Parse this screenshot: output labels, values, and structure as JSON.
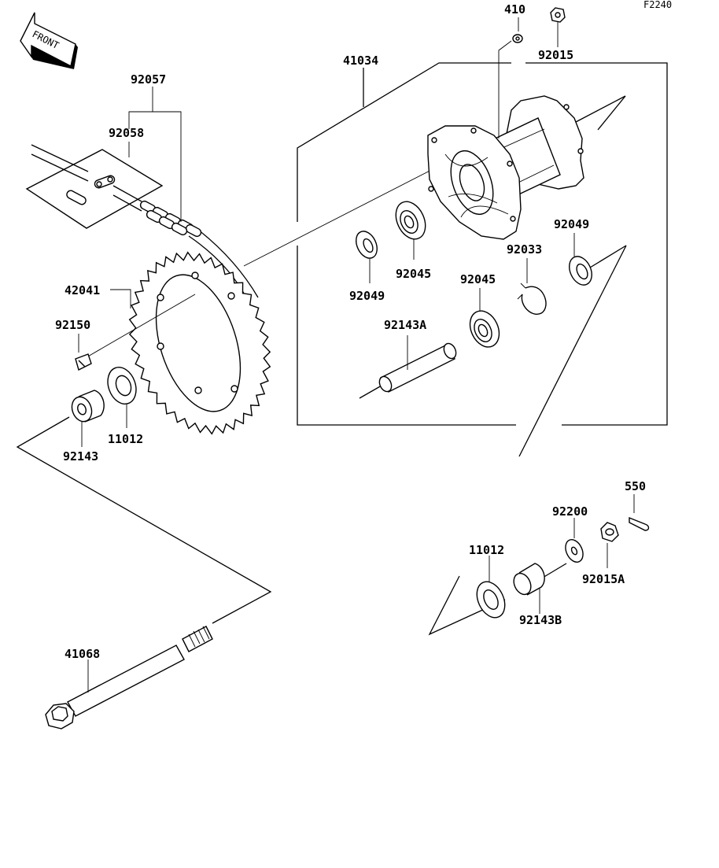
{
  "figure_code": "F2240",
  "front_label": "FRONT",
  "parts": {
    "p410": "410",
    "p92015": "92015",
    "p41034": "41034",
    "p92057": "92057",
    "p92058": "92058",
    "p42041": "42041",
    "p92150": "92150",
    "p11012_left": "11012",
    "p92143": "92143",
    "p92049_left": "92049",
    "p92045_left": "92045",
    "p92045_center": "92045",
    "p92033": "92033",
    "p92049_right": "92049",
    "p92143A": "92143A",
    "p550": "550",
    "p92200": "92200",
    "p11012_right": "11012",
    "p92015A": "92015A",
    "p92143B": "92143B",
    "p41068": "41068"
  }
}
